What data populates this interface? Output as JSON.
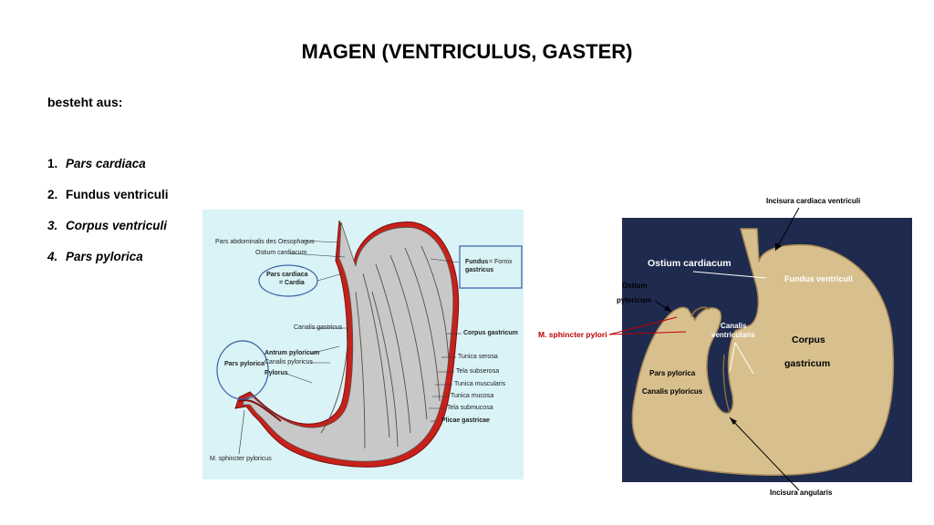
{
  "title": "MAGEN (VENTRICULUS, GASTER)",
  "subtitle": "besteht aus:",
  "parts": [
    {
      "num": "1.",
      "label": "Pars cardiaca",
      "italic": true
    },
    {
      "num": "2.",
      "label": "Fundus ventriculi",
      "italic": false
    },
    {
      "num": "3.",
      "label": "Corpus ventriculi",
      "italic": true
    },
    {
      "num": "4.",
      "label": "Pars pylorica",
      "italic": true
    }
  ],
  "diagram_labels": {
    "pars_abdominalis": "Pars abdominalis des Oesophagus",
    "ostium_cardiacum": "Ostium cardiacum",
    "pars_cardiaca": "Pars cardiaca",
    "cardia": "= Cardia",
    "fundus": "Fundus",
    "fornix": "= Fornix",
    "gastricus": "gastricus",
    "canalis_gastricus": "Canalis gastricus",
    "corpus_gastricum": "Corpus gastricum",
    "antrum_pyloricum": "Antrum pyloricum",
    "canalis_pyloricus": "Canalis pyloricus",
    "pylorus": "Pylorus",
    "pars_pylorica": "Pars pylorica",
    "tunica_serosa": "Tunica serosa",
    "tela_subserosa": "Tela subserosa",
    "tunica_muscularis": "Tunica muscularis",
    "tunica_mucosa": "Tunica mucosa",
    "tela_submucosa": "Tela submucosa",
    "plicae_gastricae": "Plicae gastricae",
    "m_sphincter_pyloricus": "M. sphincter pyloricus"
  },
  "photo_labels": {
    "incisura_cardiaca": "Incisura cardiaca ventriculi",
    "ostium_cardiacum": "Ostium cardiacum",
    "fundus_ventriculi": "Fundus ventriculi",
    "ostium": "Ostium",
    "pyloricum": "pyloricum",
    "m_sphincter_pylori": "M. sphincter pylori",
    "canalis": "Canalis",
    "ventricularis": "ventricularis",
    "corpus": "Corpus",
    "gastricum": "gastricum",
    "pars_pylorica": "Pars pylorica",
    "canalis_pyloricus": "Canalis pyloricus",
    "incisura_angularis": "Incisura angularis"
  },
  "colors": {
    "diagram_bg": "#d9f3f7",
    "photo_bg": "#1e2a4e",
    "specimen": "#d8c08e",
    "mucosa": "#c8c8c8",
    "serosa": "#c8201a",
    "ellipse": "#3a5fa8",
    "photo_arrow_red": "#c00000"
  }
}
